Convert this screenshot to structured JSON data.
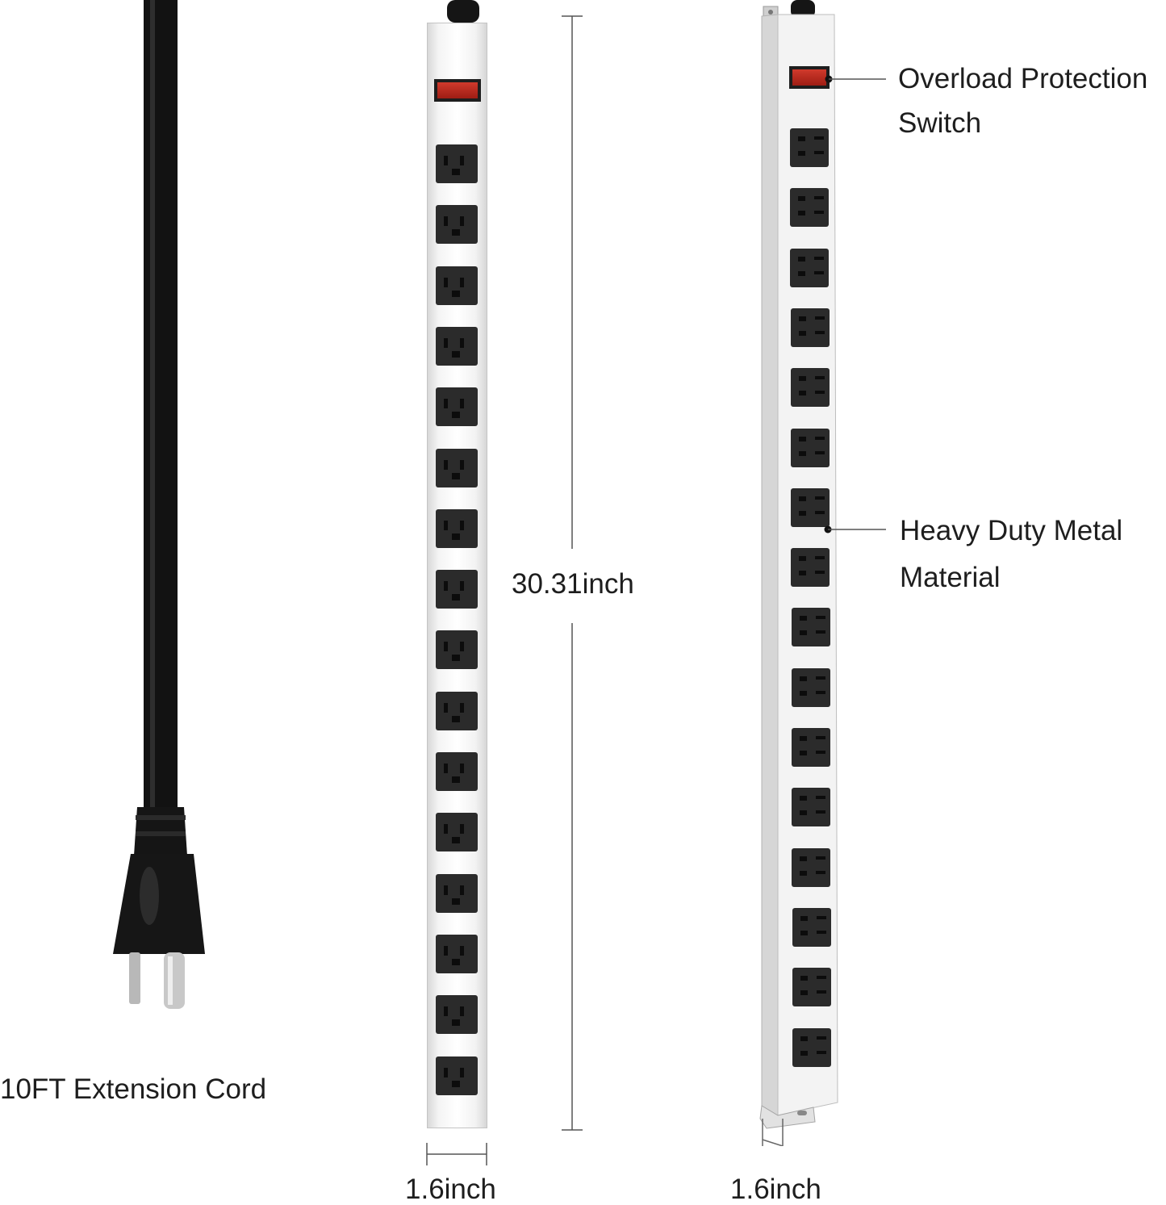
{
  "cord": {
    "label": "10FT Extension Cord"
  },
  "front_strip": {
    "height_label": "30.31inch",
    "width_label": "1.6inch",
    "outlet_count": 16
  },
  "side_strip": {
    "width_label": "1.6inch",
    "outlet_count": 16
  },
  "callouts": {
    "switch_line1": "Overload Protection",
    "switch_line2": "Switch",
    "material_line1": "Heavy Duty Metal",
    "material_line2": "Material"
  },
  "colors": {
    "switch_red": "#c0281c",
    "outlet": "#2b2b2b",
    "cord": "#111111"
  }
}
